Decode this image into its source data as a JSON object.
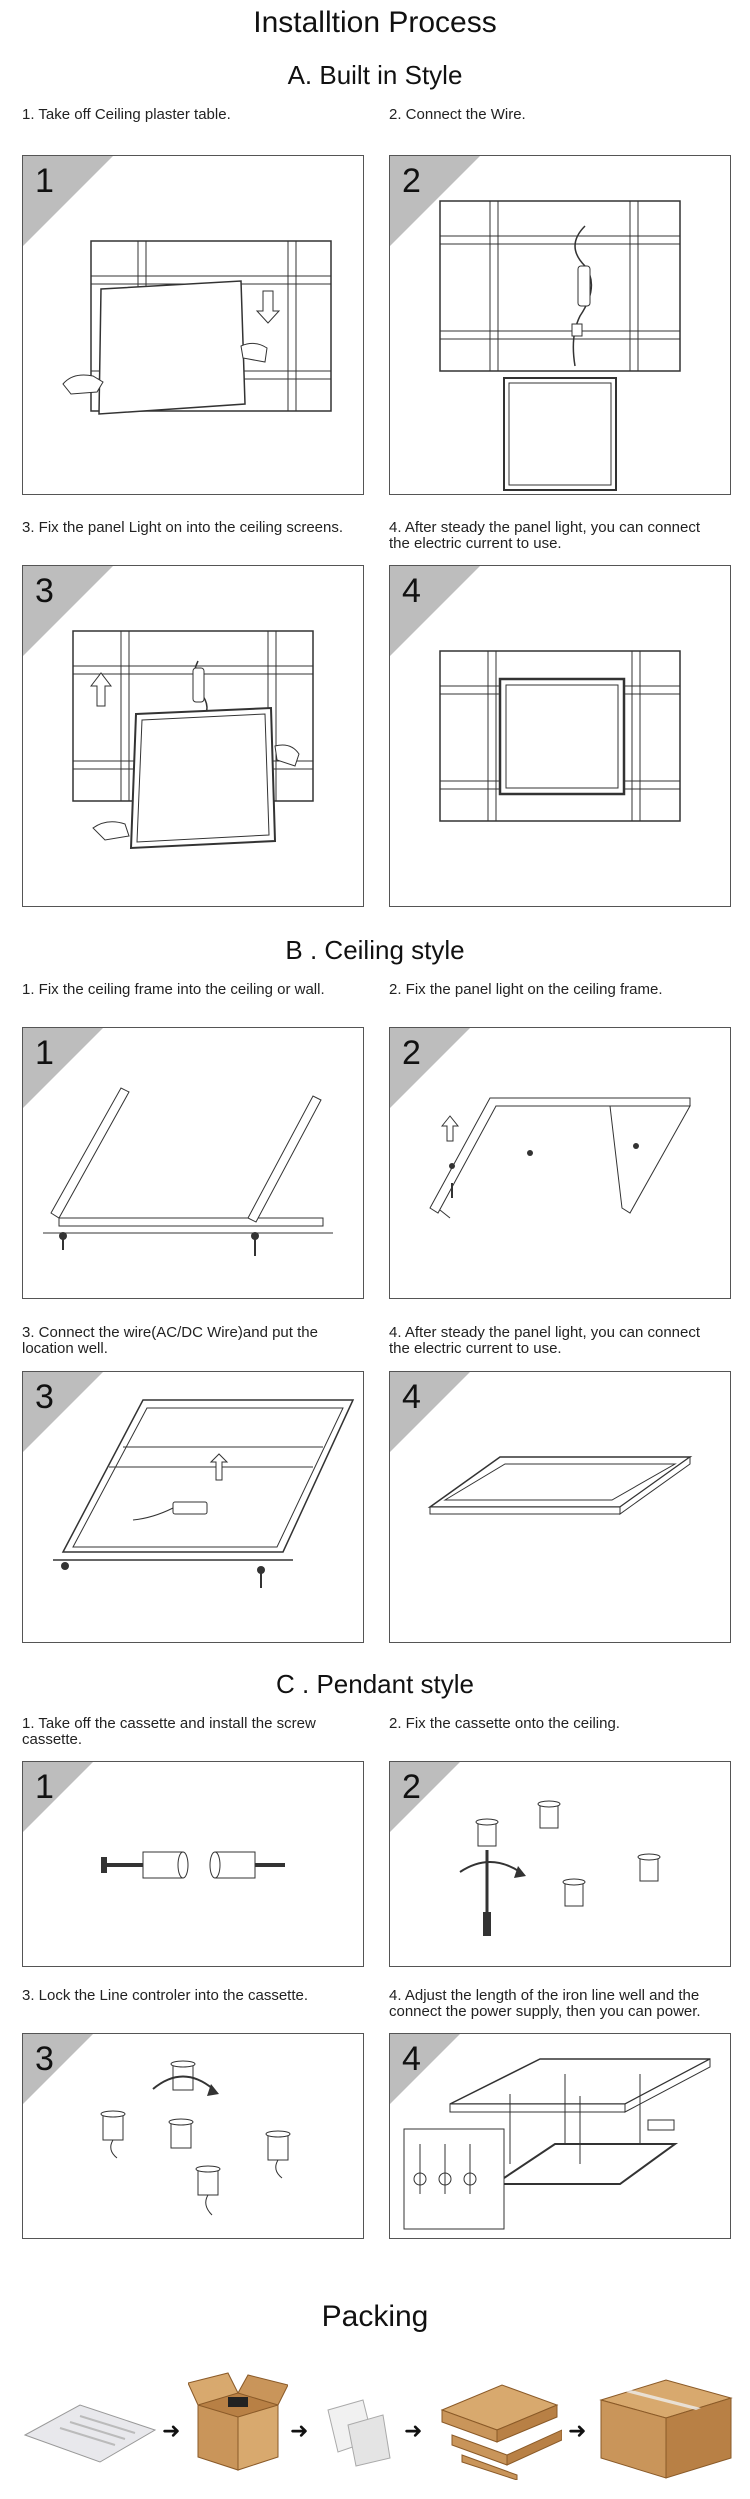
{
  "title": "Installtion Process",
  "sections": [
    {
      "heading": "A. Built in Style",
      "steps": [
        {
          "number": "1",
          "caption": "1. Take off Ceiling plaster table."
        },
        {
          "number": "2",
          "caption": "2. Connect the Wire."
        },
        {
          "number": "3",
          "caption": "3. Fix the panel Light on into the ceiling screens."
        },
        {
          "number": "4",
          "caption": "4. After steady the panel light, you can connect\n    the electric current to use."
        }
      ]
    },
    {
      "heading": "B . Ceiling style",
      "steps": [
        {
          "number": "1",
          "caption": "1. Fix the ceiling frame into the ceiling or wall."
        },
        {
          "number": "2",
          "caption": "2. Fix the panel light on the ceiling frame."
        },
        {
          "number": "3",
          "caption": "3. Connect the wire(AC/DC Wire)and put the\n    location well."
        },
        {
          "number": "4",
          "caption": "4. After steady the panel light, you can connect\n    the electric current to use."
        }
      ]
    },
    {
      "heading": "C . Pendant style",
      "steps": [
        {
          "number": "1",
          "caption": "1. Take off the cassette and install the screw\n    cassette."
        },
        {
          "number": "2",
          "caption": "2. Fix the cassette onto the ceiling."
        },
        {
          "number": "3",
          "caption": "3. Lock the Line controler into the cassette."
        },
        {
          "number": "4",
          "caption": "4. Adjust the length of the iron line well and the\n    connect the power supply, then you can power."
        }
      ]
    }
  ],
  "packing": {
    "heading": "Packing",
    "items": [
      "light-panels",
      "carton-box-open",
      "foam-corners",
      "stacked-boxes",
      "sealed-carton"
    ]
  },
  "colors": {
    "corner_triangle": "#bdbdbd",
    "panel_border": "#555555",
    "carton": "#c9955a",
    "carton_dark": "#a87438"
  }
}
